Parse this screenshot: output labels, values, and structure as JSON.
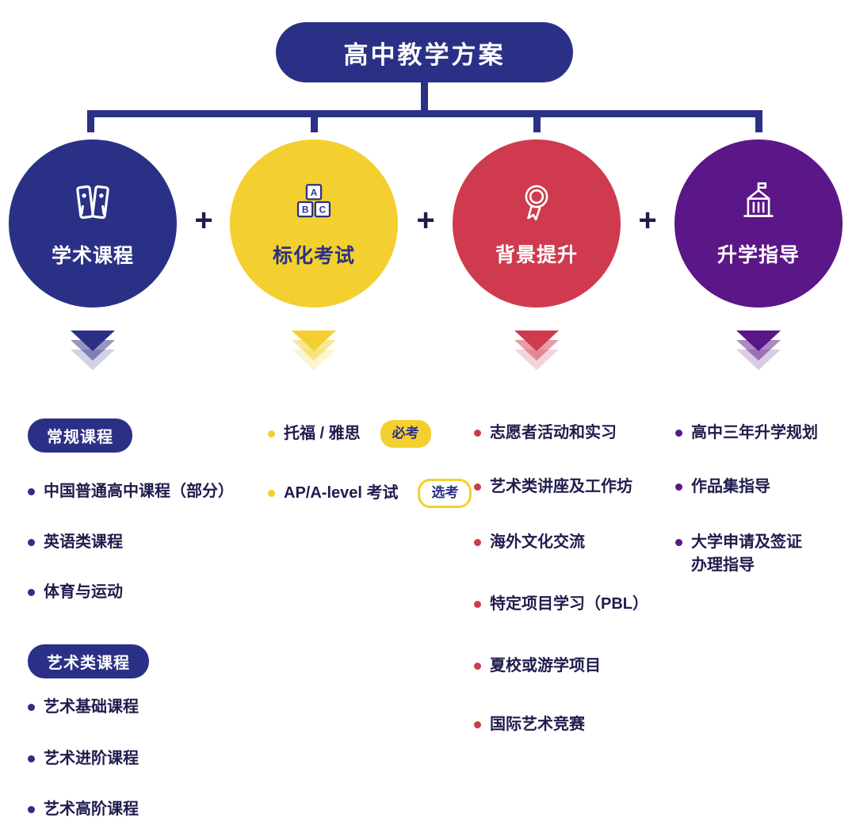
{
  "title": "高中教学方案",
  "plus": "+",
  "colors": {
    "navy": "#2b3087",
    "yellow": "#f3d02f",
    "red": "#cf3a4f",
    "purple": "#5b1687",
    "text": "#1f1c4d"
  },
  "pillars": [
    {
      "label": "学术课程",
      "color": "#2b3087",
      "icon": "binders-icon"
    },
    {
      "label": "标化考试",
      "color": "#f3d02f",
      "icon": "abc-blocks-icon"
    },
    {
      "label": "背景提升",
      "color": "#cf3a4f",
      "icon": "medal-icon"
    },
    {
      "label": "升学指导",
      "color": "#5b1687",
      "icon": "school-icon"
    }
  ],
  "academic": {
    "sections": [
      {
        "badge": "常规课程",
        "items": [
          "中国普通高中课程（部分）",
          "英语类课程",
          "体育与运动"
        ]
      },
      {
        "badge": "艺术类课程",
        "items": [
          "艺术基础课程",
          "艺术进阶课程",
          "艺术高阶课程"
        ]
      }
    ]
  },
  "exams": {
    "items": [
      {
        "text": "托福 / 雅思",
        "tag": "必考",
        "tag_style": "filled"
      },
      {
        "text": "AP/A-level 考试",
        "tag": "选考",
        "tag_style": "outline"
      }
    ]
  },
  "background": {
    "items": [
      "志愿者活动和实习",
      "艺术类讲座及工作坊",
      "海外文化交流",
      "特定项目学习（PBL）",
      "夏校或游学项目",
      "国际艺术竞赛"
    ]
  },
  "guidance": {
    "items": [
      "高中三年升学规划",
      "作品集指导",
      "大学申请及签证办理指导"
    ]
  }
}
